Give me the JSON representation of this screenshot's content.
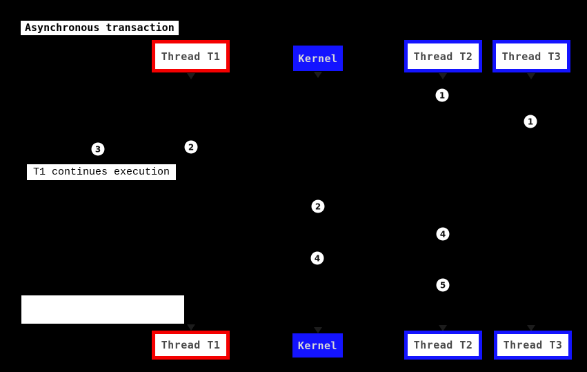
{
  "diagram": {
    "title": "Asynchronous transaction",
    "background_color": "#000000"
  },
  "colors": {
    "thread_t1_border": "#f50000",
    "kernel_fill": "#1414ff",
    "thread_t2_t3_border": "#1414ff",
    "participant_text": "#4a4a4a",
    "kernel_text": "#d9d9d9",
    "note_background": "#ffffff",
    "note_text": "#000000",
    "badge_background": "#ffffff",
    "badge_text": "#111111"
  },
  "participants": [
    {
      "name": "Thread T1",
      "style": "red-outline"
    },
    {
      "name": "Kernel",
      "style": "blue-fill"
    },
    {
      "name": "Thread T2",
      "style": "blue-outline"
    },
    {
      "name": "Thread T3",
      "style": "blue-outline"
    }
  ],
  "notes": [
    {
      "text": "T1 continues execution"
    },
    {
      "text": ""
    }
  ],
  "markers": [
    {
      "label": "1",
      "lifeline": "Thread T2"
    },
    {
      "label": "1",
      "lifeline": "Thread T3"
    },
    {
      "label": "2",
      "lifeline": "Thread T1"
    },
    {
      "label": "3",
      "lifeline": "note"
    },
    {
      "label": "2",
      "lifeline": "Kernel"
    },
    {
      "label": "4",
      "lifeline": "Thread T2"
    },
    {
      "label": "4",
      "lifeline": "Kernel"
    },
    {
      "label": "5",
      "lifeline": "Thread T2"
    }
  ]
}
